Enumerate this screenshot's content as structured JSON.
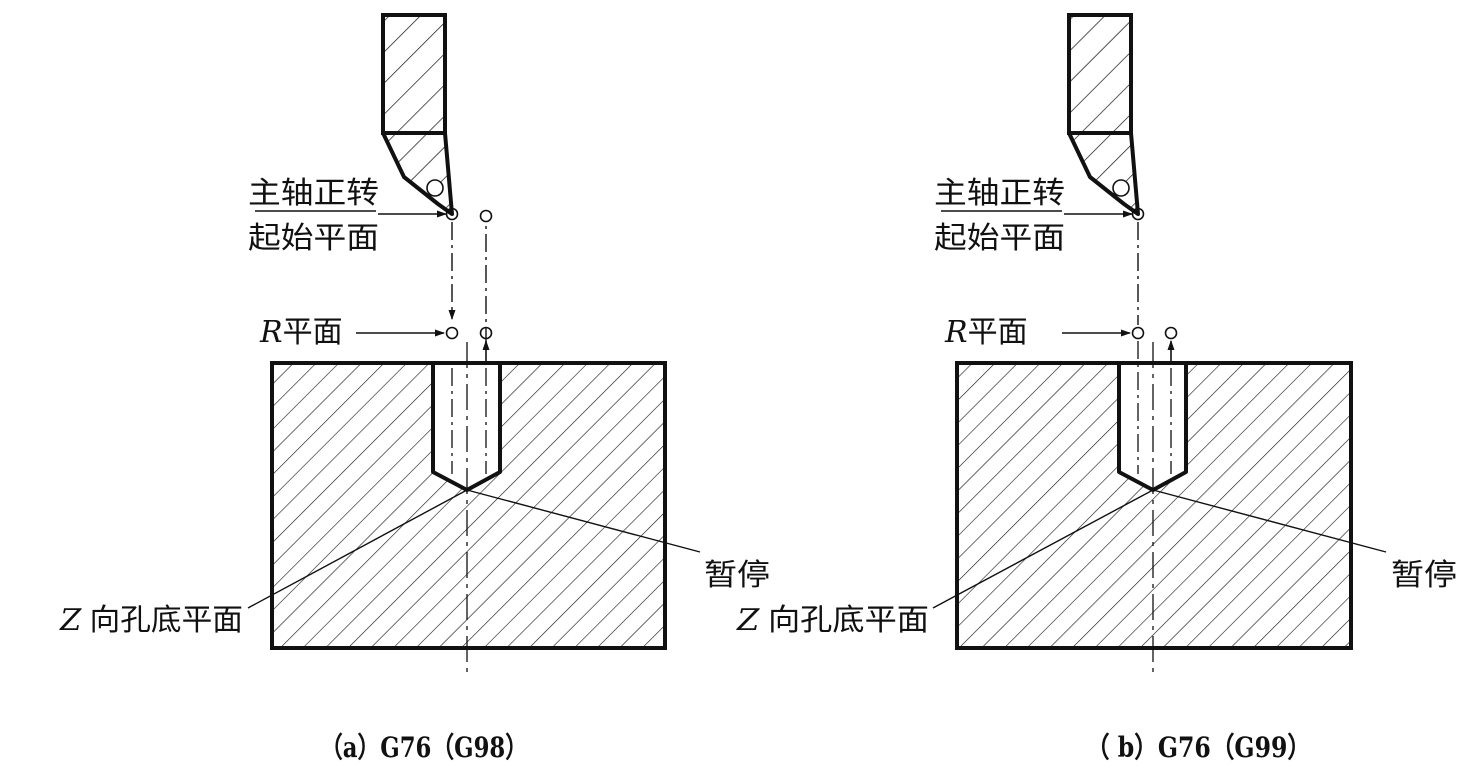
{
  "panels": [
    {
      "id": "a",
      "spindle_label_line1": "主轴正转",
      "spindle_label_line2": "起始平面",
      "r_label_prefix": "R",
      "r_label_suffix": "平面",
      "dwell_label": "暂停",
      "z_label_prefix": "Z",
      "z_label_suffix": "向孔底平面",
      "caption": "（a）G76（G98）"
    },
    {
      "id": "b",
      "spindle_label_line1": "主轴正转",
      "spindle_label_line2": "起始平面",
      "r_label_prefix": "R",
      "r_label_suffix": "平面",
      "dwell_label": "暂停",
      "z_label_prefix": "Z",
      "z_label_suffix": "向孔底平面",
      "caption": "（ b）G76（G99）"
    }
  ]
}
